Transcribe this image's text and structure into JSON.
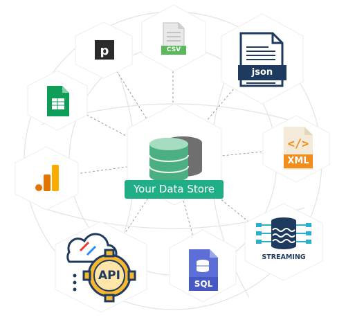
{
  "diagram": {
    "center": {
      "label": "Your Data Store",
      "icon": "database-icon",
      "colors": {
        "label_bg": "#1fae86",
        "db_green": "#4caf82",
        "db_dark": "#6f6f6f"
      }
    },
    "sources": [
      {
        "id": "pendo",
        "icon": "pendo-logo-icon"
      },
      {
        "id": "csv",
        "icon": "csv-file-icon",
        "label": "CSV"
      },
      {
        "id": "json",
        "icon": "json-file-icon",
        "label": "json"
      },
      {
        "id": "google-sheets",
        "icon": "google-sheets-icon"
      },
      {
        "id": "xml",
        "icon": "xml-file-icon",
        "label": "XML"
      },
      {
        "id": "google-analytics",
        "icon": "google-analytics-icon"
      },
      {
        "id": "streaming",
        "icon": "streaming-icon",
        "label": "STREAMING"
      },
      {
        "id": "api",
        "icon": "api-gear-icon",
        "label": "API"
      },
      {
        "id": "sql",
        "icon": "sql-file-icon",
        "label": "SQL"
      }
    ],
    "colors": {
      "ring": "#e6e6e6",
      "connector": "#9a9a9a",
      "navy": "#1e3a5f",
      "orange": "#f28c1b",
      "sql_blue": "#5b6fd6",
      "stream_teal": "#2ab0c9"
    }
  }
}
